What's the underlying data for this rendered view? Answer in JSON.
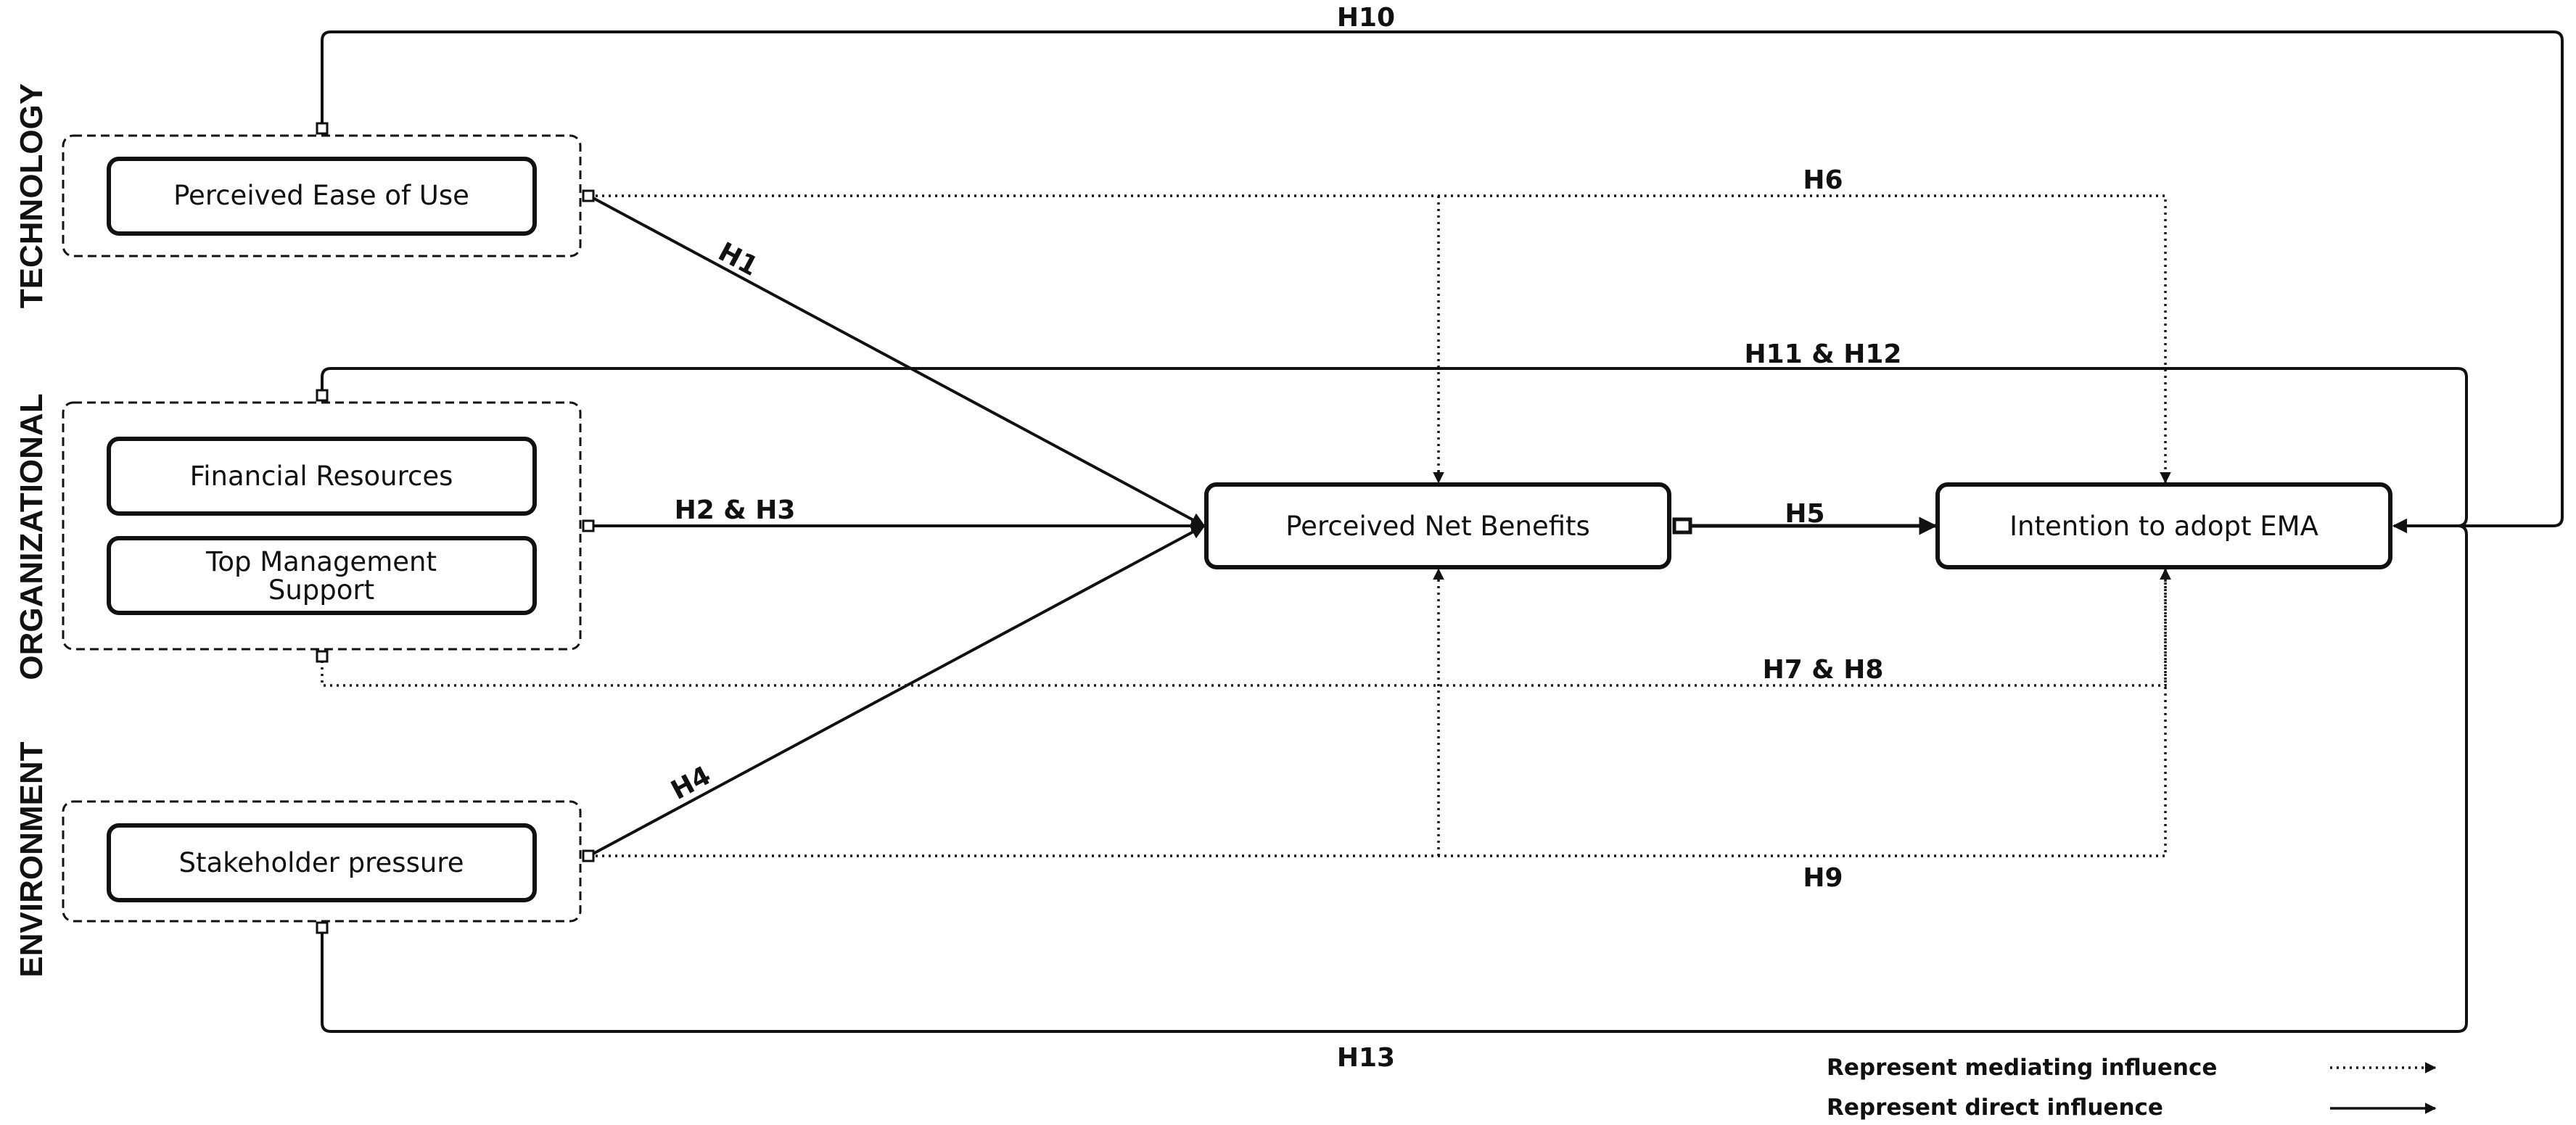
{
  "groups": {
    "technology": "TECHNOLOGY",
    "organizational": "ORGANIZATIONAL",
    "environment": "ENVIRONMENT"
  },
  "nodes": {
    "ease_of_use": "Perceived Ease of Use",
    "financial": "Financial Resources",
    "top_mgmt_line1": "Top Management",
    "top_mgmt_line2": "Support",
    "stakeholder": "Stakeholder pressure",
    "net_benefits": "Perceived Net Benefits",
    "intention": "Intention to adopt EMA"
  },
  "hypotheses": {
    "h1": "H1",
    "h2_h3": "H2 & H3",
    "h4": "H4",
    "h5": "H5",
    "h6": "H6",
    "h7_h8": "H7 & H8",
    "h9": "H9",
    "h10": "H10",
    "h11_h12": "H11 & H12",
    "h13": "H13"
  },
  "legend": {
    "mediating": "Represent mediating influence",
    "direct": "Represent direct influence"
  }
}
